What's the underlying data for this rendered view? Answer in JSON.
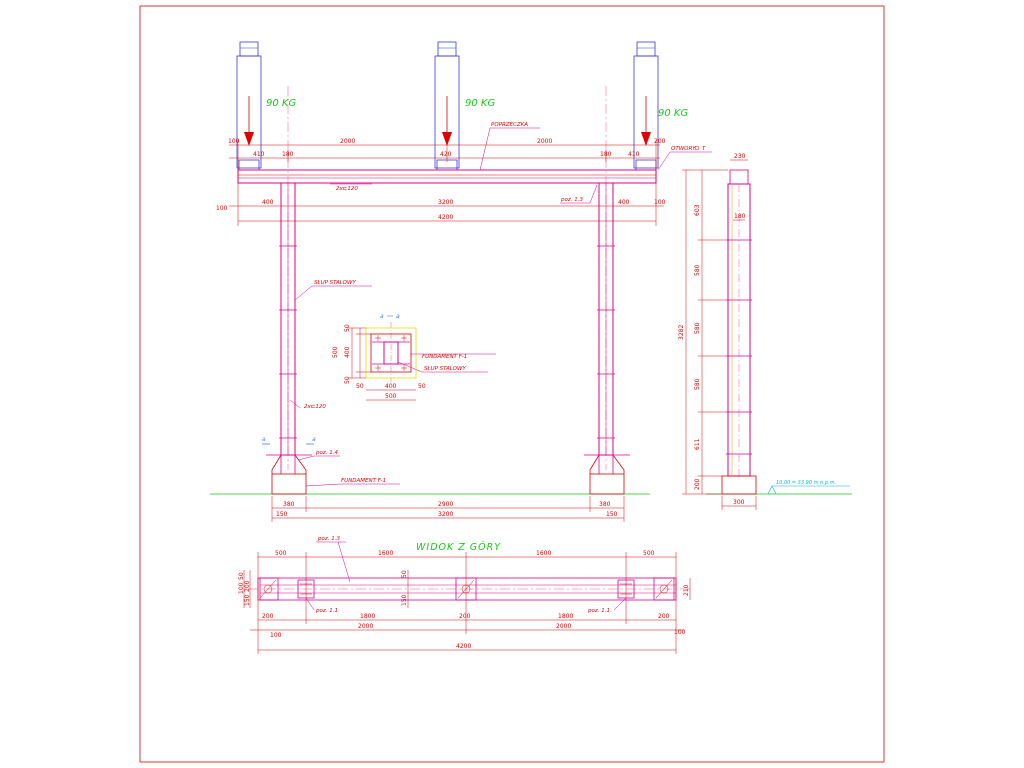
{
  "colors": {
    "outline": "#e00000",
    "structure": "#e0008c",
    "load": "#3a3ad8",
    "label_green": "#18c818",
    "axis": "#ff5080",
    "section": "#4a7cff",
    "elevation": "#00b8d8"
  },
  "front_view": {
    "loads": [
      "90 KG",
      "90 KG",
      "90 KG"
    ],
    "labels": {
      "crossbeam": "POPRZECZKA",
      "holes": "OTWORY",
      "holes_suffix": "T",
      "column": "SŁUP STALOWY",
      "beam_profile_top": "2x⊏120",
      "beam_profile_bottom": "2x⊏120",
      "poz_13": "poz. 1.3",
      "poz_14": "poz. 1.4",
      "foundation": "FUNDAMENT F-1",
      "section_left": "a",
      "section_right": "a"
    },
    "dims_top": [
      "100",
      "410",
      "180",
      "2000",
      "420",
      "2000",
      "180",
      "410",
      "200"
    ],
    "dims_beam_row": [
      "100",
      "400",
      "3200",
      "400",
      "100"
    ],
    "dim_total": "4200",
    "dims_base_row1": [
      "380",
      "2900",
      "380"
    ],
    "dims_base_row2": [
      "150",
      "3200",
      "150"
    ]
  },
  "section_detail": {
    "label": "a - a",
    "label_left": "a",
    "label_right": "a",
    "foundation": "FUNDAMENT F-1",
    "column": "SŁUP STALOWY",
    "dims_vertical": [
      "50",
      "400",
      "50"
    ],
    "dim_vertical_total": "500",
    "dims_horizontal": [
      "50",
      "400",
      "50"
    ],
    "dim_horizontal_total": "500"
  },
  "side_view": {
    "dim_top": "230",
    "dim_inner": "180",
    "dims_vertical": [
      "603",
      "580",
      "580",
      "580",
      "611",
      "200"
    ],
    "dim_total": "3282",
    "dim_base": "300",
    "elevation": "10.00 = 33.90 m n.p.m."
  },
  "top_view": {
    "title": "WIDOK Z GÓRY",
    "poz_13": "poz. 1.3",
    "poz_11_left": "poz. 1.1",
    "poz_11_right": "poz. 1.1",
    "dims_top": [
      "500",
      "1600",
      "1600",
      "500"
    ],
    "dims_left": [
      "50",
      "100",
      "150",
      "200"
    ],
    "dim_mid_v1": "50",
    "dim_mid_v2": "150",
    "dim_right": "210",
    "dims_row1": [
      "200",
      "1800",
      "200",
      "1800",
      "200"
    ],
    "dims_row2": [
      "100",
      "2000",
      "2000",
      "100"
    ],
    "dim_total": "4200"
  }
}
